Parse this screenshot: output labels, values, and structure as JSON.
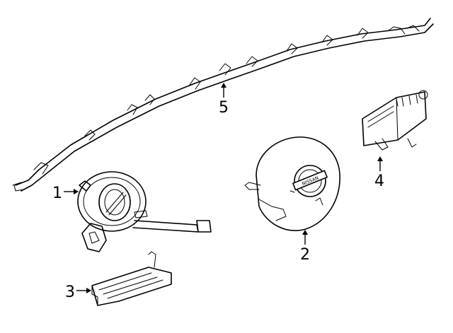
{
  "parts": [
    {
      "id": "1",
      "label": "1",
      "icon": "clock-spring-icon"
    },
    {
      "id": "2",
      "label": "2",
      "icon": "steering-wheel-airbag-icon"
    },
    {
      "id": "3",
      "label": "3",
      "icon": "knee-airbag-bracket-icon"
    },
    {
      "id": "4",
      "label": "4",
      "icon": "passenger-airbag-module-icon"
    },
    {
      "id": "5",
      "label": "5",
      "icon": "curtain-airbag-icon"
    }
  ],
  "logo": {
    "text": "NISSAN"
  },
  "colors": {
    "line": "#000000",
    "background": "#ffffff"
  }
}
